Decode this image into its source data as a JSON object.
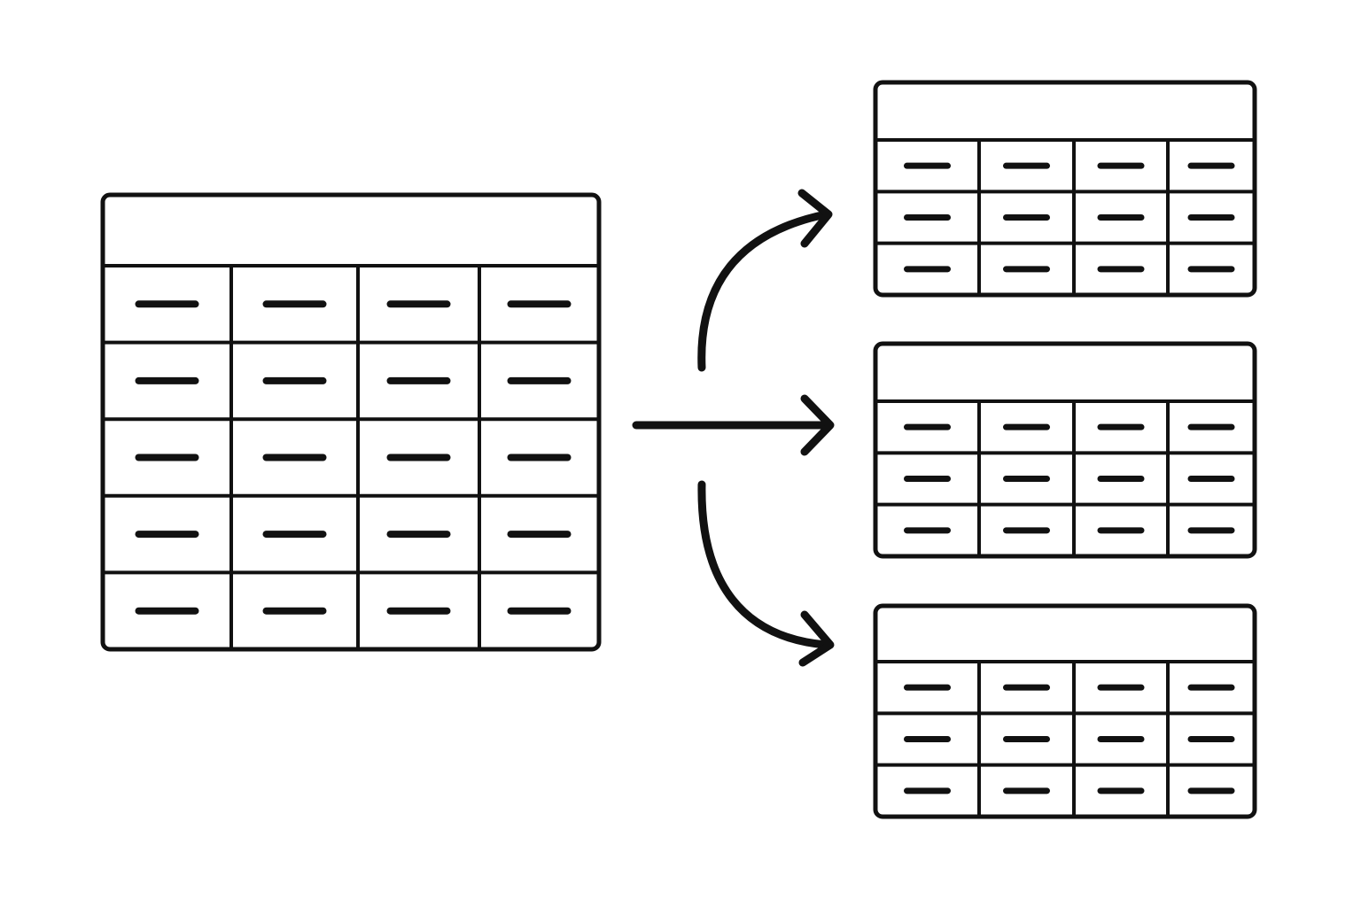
{
  "colors": {
    "background": "#ffffff",
    "ink": "#111111"
  },
  "source_table": {
    "header_rows": 1,
    "rows": 5,
    "columns": 4
  },
  "split_tables": [
    {
      "header_rows": 1,
      "rows": 3,
      "columns": 4
    },
    {
      "header_rows": 1,
      "rows": 3,
      "columns": 4
    },
    {
      "header_rows": 1,
      "rows": 3,
      "columns": 4
    }
  ],
  "arrows": [
    {
      "from": "source-table",
      "to": "split-table-1",
      "shape": "curve-up"
    },
    {
      "from": "source-table",
      "to": "split-table-2",
      "shape": "straight"
    },
    {
      "from": "source-table",
      "to": "split-table-3",
      "shape": "curve-down"
    }
  ]
}
